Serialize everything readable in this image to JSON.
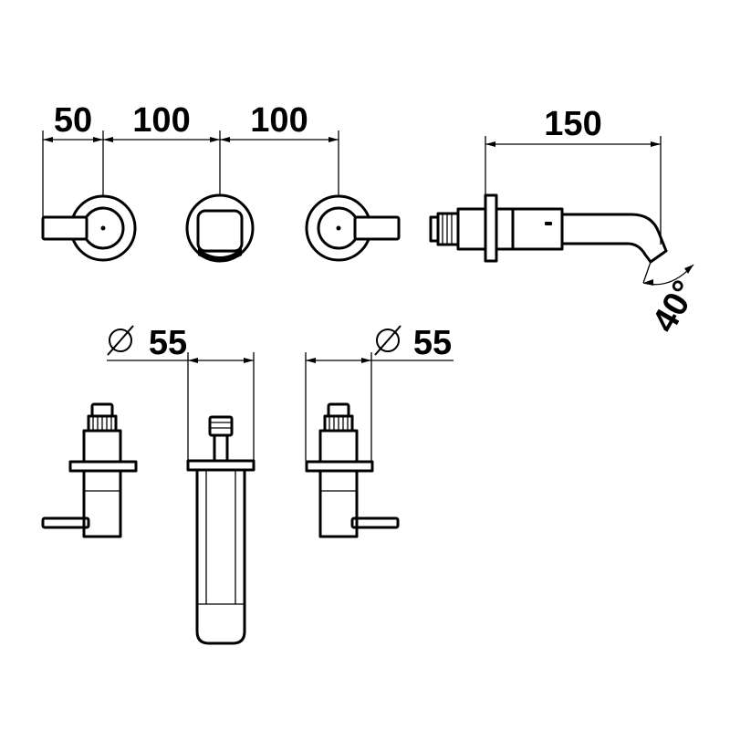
{
  "dimensions": {
    "handle_offset": "50",
    "spacing_left": "100",
    "spacing_right": "100",
    "spout_length": "150",
    "spout_angle": "40°",
    "diameter_left": "55",
    "diameter_right": "55"
  },
  "symbols": {
    "diameter": "diameter-symbol"
  },
  "colors": {
    "line": "#000000",
    "background": "#ffffff"
  }
}
